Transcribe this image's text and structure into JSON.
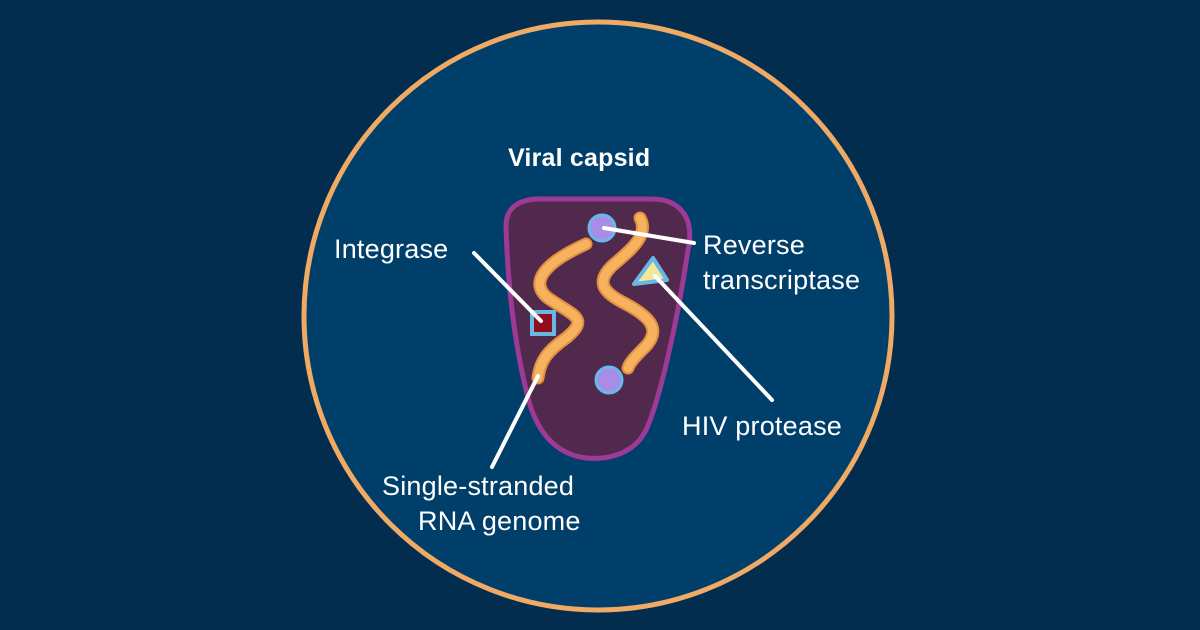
{
  "colors": {
    "background": "#032d4f",
    "circle_fill": "#013f6b",
    "circle_outline": "#f0aa63",
    "capsid_fill": "#50294c",
    "capsid_outline": "#9c3a95",
    "rna_ribbon": "#f6b25f",
    "rna_ribbon_shade": "#e2903f",
    "enzyme_dot_fill": "#a98ce3",
    "enzyme_dot_outline": "#66b9ea",
    "integrase_fill": "#8e0f1e",
    "integrase_outline": "#6ab7e6",
    "protease_fill": "#f2e89c",
    "protease_outline": "#6ab7e6",
    "leader_line": "#ffffff",
    "text": "#ffffff"
  },
  "labels": {
    "viral_capsid": "Viral capsid",
    "integrase": "Integrase",
    "reverse_transcriptase_line1": "Reverse",
    "reverse_transcriptase_line2": "transcriptase",
    "hiv_protease": "HIV protease",
    "rna_genome_line1": "Single-stranded",
    "rna_genome_line2": "RNA genome"
  }
}
